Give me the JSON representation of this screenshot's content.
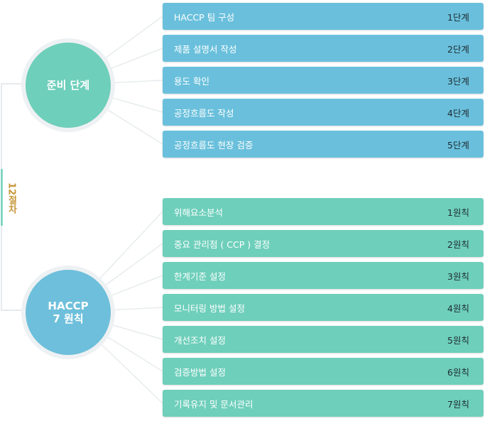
{
  "colors": {
    "prep": "#6ecfbb",
    "principles": "#6dbfdb",
    "prep_bar": "#6ac0dc",
    "principle_bar": "#6ecfbb",
    "accent": "#c8973a",
    "connector": "#e8ecee"
  },
  "prep": {
    "title": "준비 단계",
    "steps": [
      {
        "label": "HACCP 팀 구성",
        "step": "1단계"
      },
      {
        "label": "제품 설명서 작성",
        "step": "2단계"
      },
      {
        "label": "용도 확인",
        "step": "3단계"
      },
      {
        "label": "공정흐름도 작성",
        "step": "4단계"
      },
      {
        "label": "공정흐름도 현장 검증",
        "step": "5단계"
      }
    ]
  },
  "principles": {
    "title_line1": "HACCP",
    "title_line2": "7 원칙",
    "steps": [
      {
        "label": "위해요소분석",
        "step": "1원칙"
      },
      {
        "label": "중요 관리점 ( CCP ) 결정",
        "step": "2원칙"
      },
      {
        "label": "한계기준 설정",
        "step": "3원칙"
      },
      {
        "label": "모니터링 방법 설정",
        "step": "4원칙"
      },
      {
        "label": "개선조치 설정",
        "step": "5원칙"
      },
      {
        "label": "검증방법 설정",
        "step": "6원칙"
      },
      {
        "label": "기록유지 및 문서관리",
        "step": "7원칙"
      }
    ]
  },
  "side_label": "12절차"
}
